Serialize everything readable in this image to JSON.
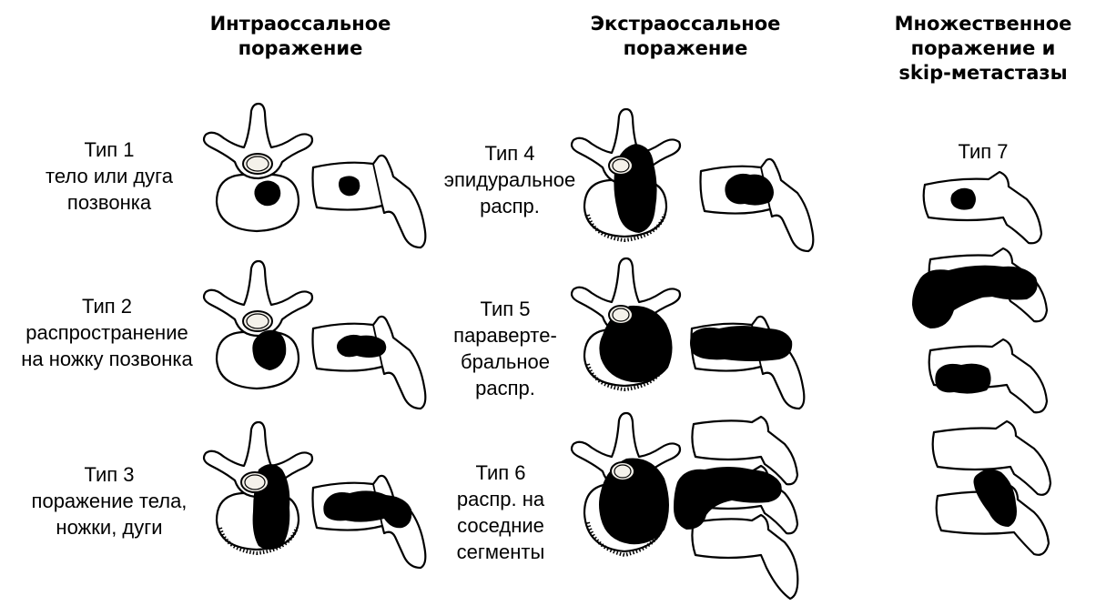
{
  "columns": [
    {
      "heading": "Интраоссальное\nпоражение"
    },
    {
      "heading": "Экстраоссальное\nпоражение"
    },
    {
      "heading": "Множественное\nпоражение и\nskip-метастазы"
    }
  ],
  "types": [
    {
      "label": "Тип 1\nтело или дуга\nпозвонка"
    },
    {
      "label": "Тип 2\nраспространение\nна ножку позвонка"
    },
    {
      "label": "Тип 3\nпоражение тела,\nножки, дуги"
    },
    {
      "label": "Тип 4\nэпидуральное\nраспр."
    },
    {
      "label": "Тип 5\nпаравертe-\nбральное\nраспр."
    },
    {
      "label": "Тип 6\nраспр. на\nсоседние\nсегменты"
    },
    {
      "label": "Тип 7"
    }
  ]
}
